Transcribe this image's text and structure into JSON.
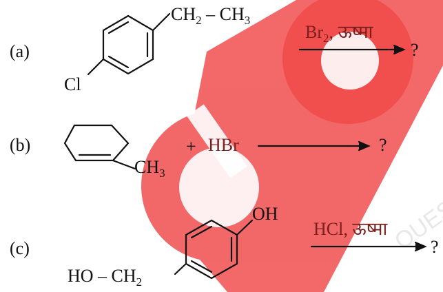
{
  "reactions": [
    {
      "label": "(a)",
      "substituent_top": [
        "CH",
        "2",
        " – CH",
        "3"
      ],
      "substituent_left": "Cl",
      "reagent": [
        "Br",
        "2",
        ", ऊष्मा"
      ],
      "product": "?"
    },
    {
      "label": "(b)",
      "substituent": [
        "CH",
        "3"
      ],
      "plus": "+",
      "reagent": "HBr",
      "product": "?"
    },
    {
      "label": "(c)",
      "substituent_top": "OH",
      "substituent_left": [
        "HO – CH",
        "2"
      ],
      "reagent": "HCl, ऊष्मा",
      "product": "?"
    }
  ],
  "watermark": {
    "letters": "QUESTI",
    "color": "#ef3b3b"
  },
  "colors": {
    "text": "#111111",
    "reagent": "#7a1e1e"
  }
}
